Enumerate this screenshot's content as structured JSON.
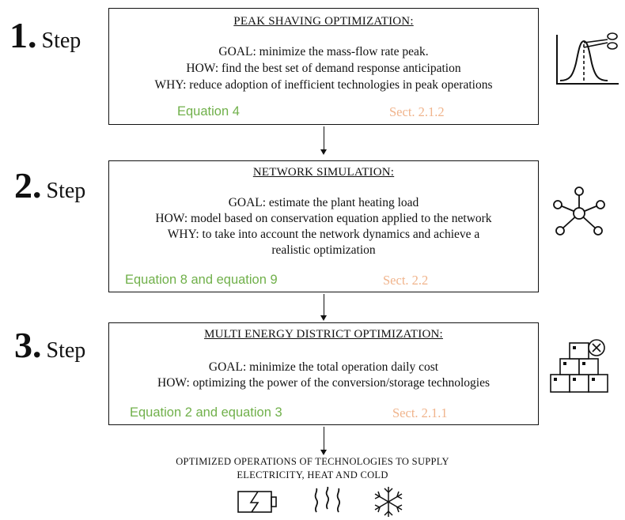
{
  "steps": [
    {
      "number": "1.",
      "word": "Step",
      "title": "PEAK SHAVING OPTIMIZATION:",
      "lines": [
        "GOAL: minimize the mass-flow rate peak.",
        "HOW: find the best set of demand response anticipation",
        "WHY: reduce adoption of inefficient technologies in peak operations"
      ],
      "equation": "Equation 4",
      "section": "Sect. 2.1.2",
      "icon": "peak-shaving-scissors-icon"
    },
    {
      "number": "2.",
      "word": "Step",
      "title": "NETWORK SIMULATION:",
      "lines": [
        "GOAL: estimate the plant heating load",
        "HOW: model based on conservation equation applied  to the network",
        "WHY: to take into account the network dynamics and achieve a",
        "realistic optimization"
      ],
      "equation": "Equation 8 and equation 9",
      "section": "Sect. 2.2",
      "icon": "network-hub-icon"
    },
    {
      "number": "3.",
      "word": "Step",
      "title": "MULTI ENERGY DISTRICT OPTIMIZATION:",
      "lines": [
        "GOAL: minimize the total operation daily cost",
        "HOW: optimizing the power of the conversion/storage technologies"
      ],
      "equation": "Equation 2 and equation 3",
      "section": "Sect. 2.1.1",
      "icon": "storage-boxes-icon"
    }
  ],
  "final": {
    "line1": "OPTIMIZED OPERATIONS OF TECHNOLOGIES TO SUPPLY",
    "line2": "ELECTRICITY, HEAT AND COLD",
    "icons": [
      "battery-icon",
      "heat-icon",
      "snowflake-icon"
    ]
  },
  "colors": {
    "equation": "#70b04a",
    "section": "#f0b48c",
    "line": "#111111"
  }
}
